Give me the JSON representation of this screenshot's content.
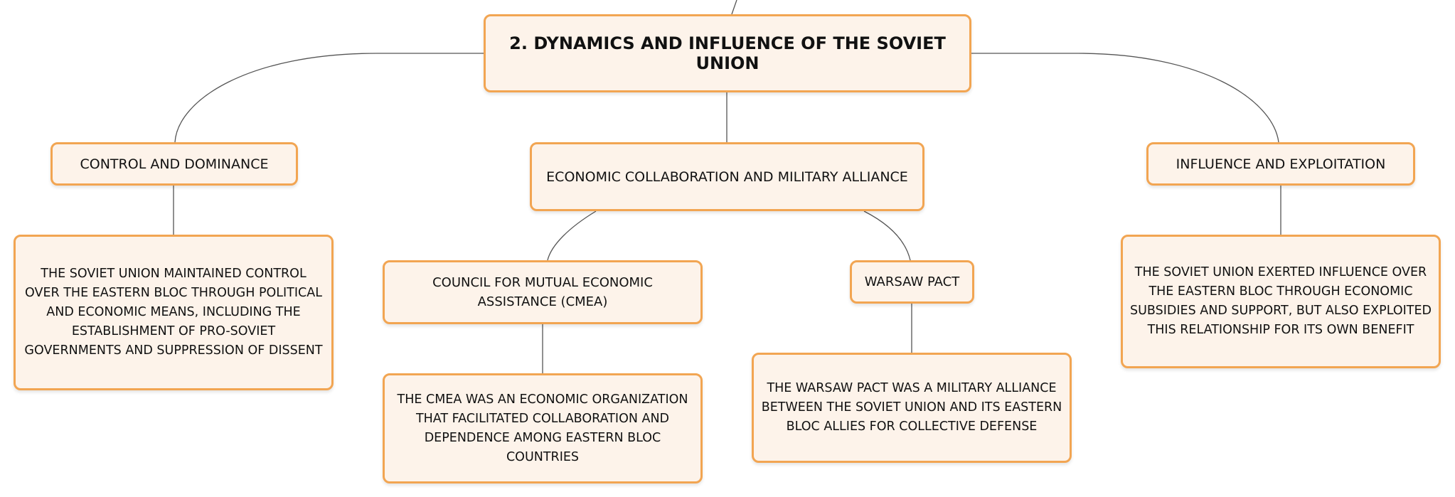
{
  "diagram": {
    "root": {
      "label": "2. DYNAMICS AND INFLUENCE OF THE SOVIET UNION"
    },
    "branches": {
      "control": {
        "label": "CONTROL AND DOMINANCE",
        "detail": "THE SOVIET UNION MAINTAINED CONTROL OVER THE EASTERN BLOC THROUGH POLITICAL AND ECONOMIC MEANS, INCLUDING THE ESTABLISHMENT OF PRO-SOVIET GOVERNMENTS AND SUPPRESSION OF DISSENT"
      },
      "economic": {
        "label": "ECONOMIC COLLABORATION AND MILITARY ALLIANCE",
        "cmea": {
          "label": "COUNCIL FOR MUTUAL ECONOMIC ASSISTANCE (CMEA)",
          "detail": "THE CMEA WAS AN ECONOMIC ORGANIZATION THAT FACILITATED COLLABORATION AND DEPENDENCE AMONG EASTERN BLOC COUNTRIES"
        },
        "warsaw": {
          "label": "WARSAW PACT",
          "detail": "THE WARSAW PACT WAS A MILITARY ALLIANCE BETWEEN THE SOVIET UNION AND ITS EASTERN BLOC ALLIES FOR COLLECTIVE DEFENSE"
        }
      },
      "influence": {
        "label": "INFLUENCE AND EXPLOITATION",
        "detail": "THE SOVIET UNION EXERTED INFLUENCE OVER THE EASTERN BLOC THROUGH ECONOMIC SUBSIDIES AND SUPPORT, BUT ALSO EXPLOITED THIS RELATIONSHIP FOR ITS OWN BENEFIT"
      }
    },
    "colors": {
      "node_fill": "#fdf3ea",
      "node_border": "#f2a552",
      "connector": "#555555",
      "text": "#111111"
    }
  }
}
